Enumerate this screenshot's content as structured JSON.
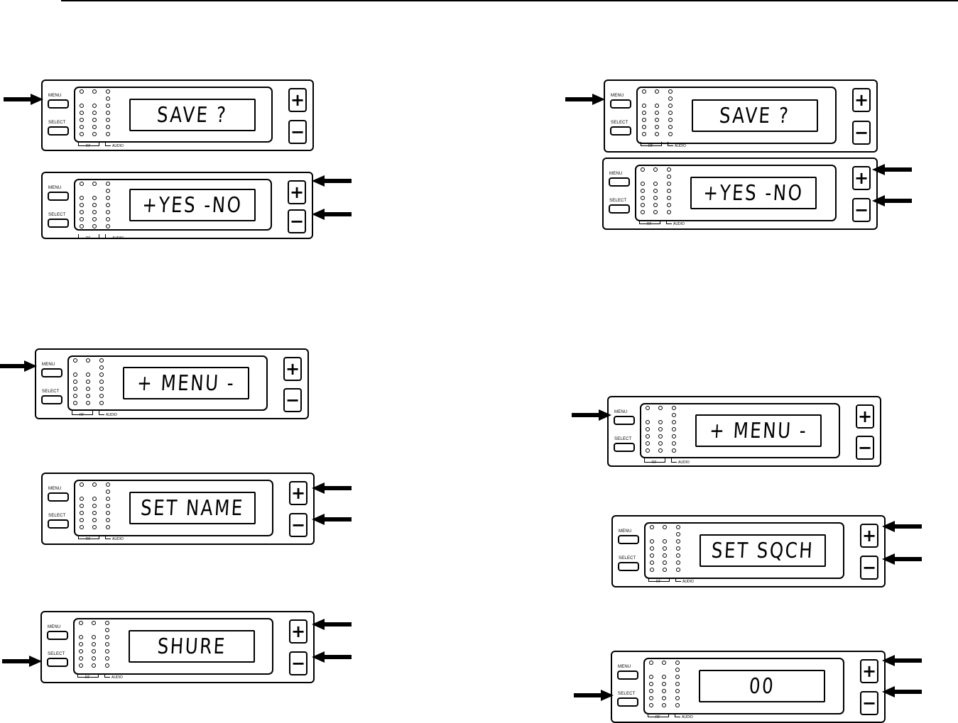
{
  "labels": {
    "menu": "MENU",
    "select": "SELECT",
    "rf": "RF",
    "audio": "AUDIO",
    "plus": "+",
    "minus": "−"
  },
  "panels": [
    {
      "id": "left-save",
      "display": "SAVE ?"
    },
    {
      "id": "left-yes-no",
      "display": "+YES -NO"
    },
    {
      "id": "left-menu",
      "display": "+ MENU -"
    },
    {
      "id": "left-set-name",
      "display": "SET NAME"
    },
    {
      "id": "left-shure",
      "display": "SHURE"
    },
    {
      "id": "right-save",
      "display": "SAVE ?"
    },
    {
      "id": "right-yes-no",
      "display": "+YES -NO"
    },
    {
      "id": "right-menu",
      "display": "+ MENU -"
    },
    {
      "id": "right-set-sqch",
      "display": "SET SQCH"
    },
    {
      "id": "right-squelch-value",
      "display": "00"
    }
  ],
  "icons": {
    "arrow": "arrow-icon",
    "plus": "plus-icon",
    "minus": "minus-icon"
  }
}
